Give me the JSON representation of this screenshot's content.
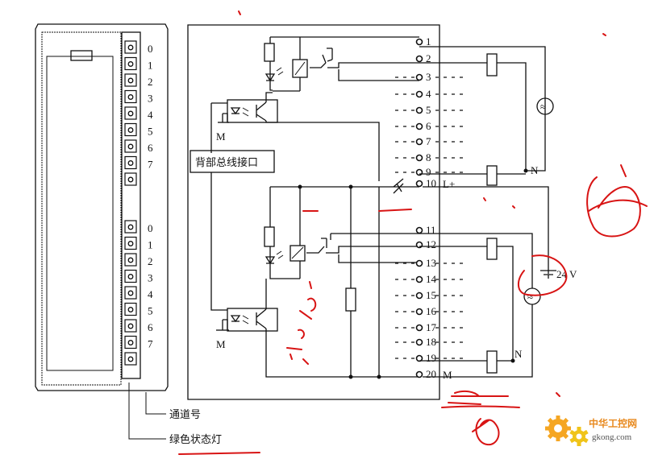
{
  "module_channels_top": [
    "0",
    "1",
    "2",
    "3",
    "4",
    "5",
    "6",
    "7"
  ],
  "module_channels_bottom": [
    "0",
    "1",
    "2",
    "3",
    "4",
    "5",
    "6",
    "7"
  ],
  "callouts": {
    "channel_number": "通道号",
    "green_status_led": "绿色状态灯"
  },
  "backplane_interface": "背部总线接口",
  "ground_label": "M",
  "terminals": [
    {
      "n": "1",
      "suffix": ""
    },
    {
      "n": "2",
      "suffix": ""
    },
    {
      "n": "3",
      "suffix": ""
    },
    {
      "n": "4",
      "suffix": ""
    },
    {
      "n": "5",
      "suffix": ""
    },
    {
      "n": "6",
      "suffix": ""
    },
    {
      "n": "7",
      "suffix": ""
    },
    {
      "n": "8",
      "suffix": ""
    },
    {
      "n": "9",
      "suffix": ""
    },
    {
      "n": "10",
      "suffix": "L+"
    },
    {
      "n": "11",
      "suffix": ""
    },
    {
      "n": "12",
      "suffix": ""
    },
    {
      "n": "13",
      "suffix": ""
    },
    {
      "n": "14",
      "suffix": ""
    },
    {
      "n": "15",
      "suffix": ""
    },
    {
      "n": "16",
      "suffix": ""
    },
    {
      "n": "17",
      "suffix": ""
    },
    {
      "n": "18",
      "suffix": ""
    },
    {
      "n": "19",
      "suffix": ""
    },
    {
      "n": "20",
      "suffix": "M"
    }
  ],
  "supply_label": "24 V",
  "neutral_label": "N",
  "ac_symbol": "≈",
  "watermark": {
    "brand_cn": "中华工控网",
    "domain": "gkong.com",
    "colors": {
      "gear_main": "#f5a623",
      "gear_small": "#f0c419",
      "text": "#e8891e",
      "sub": "#555555"
    }
  }
}
